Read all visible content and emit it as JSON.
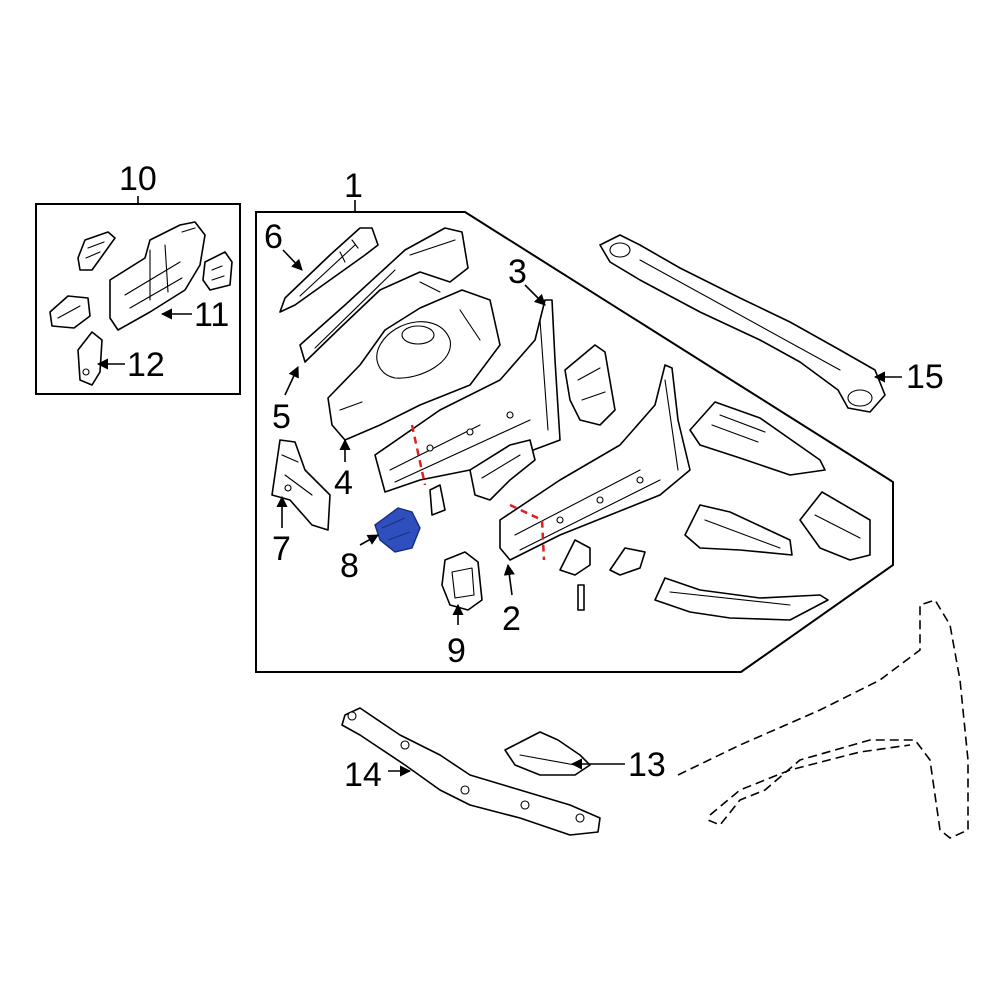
{
  "callouts": {
    "c1": "1",
    "c2": "2",
    "c3": "3",
    "c4": "4",
    "c5": "5",
    "c6": "6",
    "c7": "7",
    "c8": "8",
    "c9": "9",
    "c10": "10",
    "c11": "11",
    "c12": "12",
    "c13": "13",
    "c14": "14",
    "c15": "15"
  },
  "colors": {
    "line": "#000000",
    "highlight": "#2f4fbf",
    "cut_line": "#e02020",
    "background": "#ffffff"
  },
  "highlighted_part": "8"
}
